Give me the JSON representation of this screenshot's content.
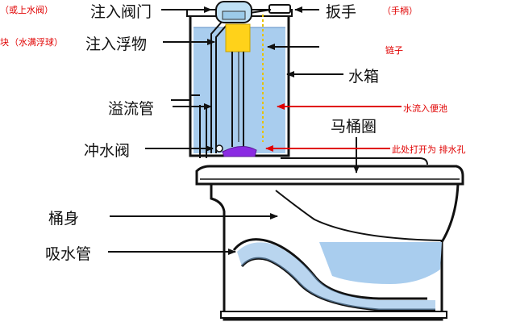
{
  "labels": {
    "inlet_valve": "注入阀门",
    "inlet_valve_note": "（或上水阀）",
    "float": "注入浮物",
    "float_note_prefix": "块",
    "float_note": "（水满浮球）",
    "handle": "扳手",
    "handle_note": "（手柄）",
    "chain": "链子",
    "tank": "水箱",
    "overflow_pipe": "溢流管",
    "water_flow": "水流入便池",
    "seat": "马桶圈",
    "flush_valve": "冲水阀",
    "drain_hole": "此处打开为 排水孔",
    "bowl": "桶身",
    "siphon": "吸水管"
  },
  "colors": {
    "water": "#a9cdee",
    "water_deep": "#7fb2e2",
    "float_ball": "#ffd21a",
    "valve": "#8a2be2",
    "red_note": "#e00000",
    "outline": "#111111"
  }
}
